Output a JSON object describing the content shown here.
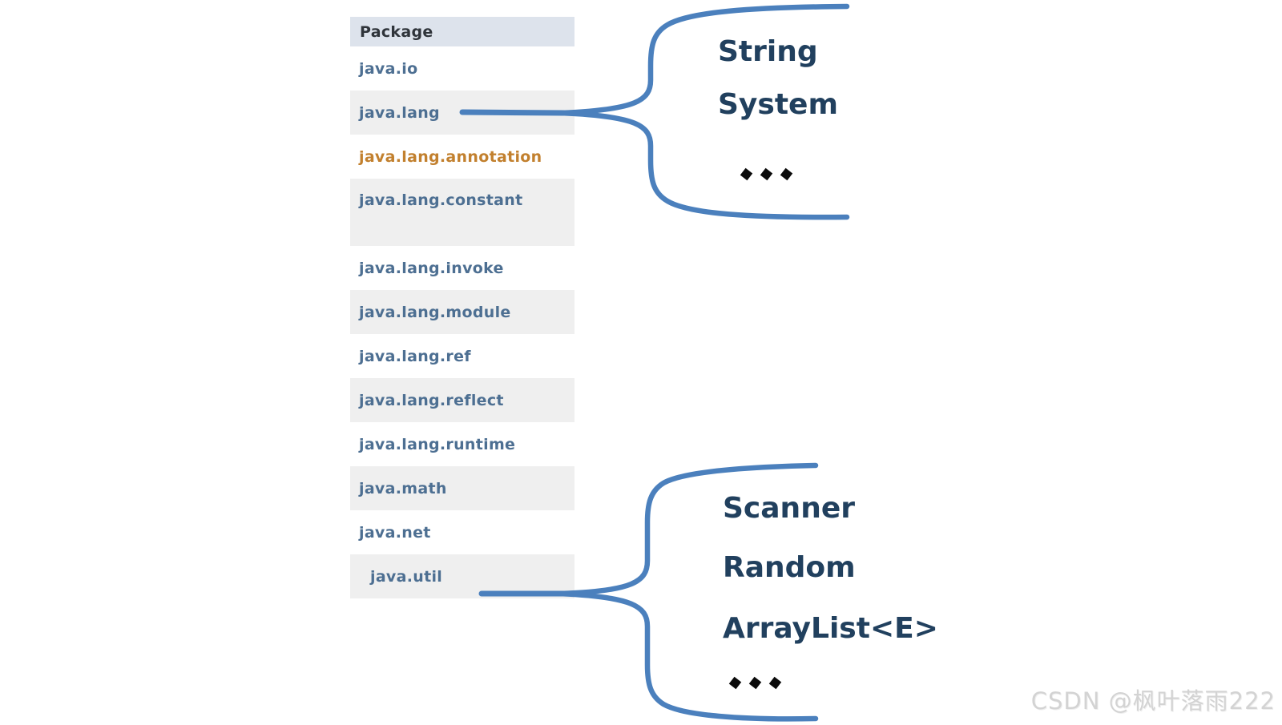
{
  "package_table": {
    "header": "Package",
    "rows": [
      {
        "label": "java.io"
      },
      {
        "label": "java.lang"
      },
      {
        "label": "java.lang.annotation"
      },
      {
        "label": "java.lang.constant"
      },
      {
        "label": "java.lang.invoke"
      },
      {
        "label": "java.lang.module"
      },
      {
        "label": "java.lang.ref"
      },
      {
        "label": "java.lang.reflect"
      },
      {
        "label": "java.lang.runtime"
      },
      {
        "label": "java.math"
      },
      {
        "label": "java.net"
      },
      {
        "label": "java.util"
      }
    ]
  },
  "callouts": {
    "java_lang": {
      "source_package": "java.lang",
      "classes": [
        "String",
        "System"
      ],
      "ellipsis": "..."
    },
    "java_util": {
      "source_package": "java.util",
      "classes": [
        "Scanner",
        "Random",
        "ArrayList<E>"
      ],
      "ellipsis": "..."
    }
  },
  "watermark": "CSDN @枫叶落雨222",
  "colors": {
    "brace_blue": "#4b80bd",
    "package_link_blue": "#4d6f92",
    "highlight_orange": "#c2802e",
    "class_text_navy": "#21405e",
    "header_bg": "#dde3ec",
    "row_alt_bg": "#efefef",
    "watermark_gray": "#d3d3d3"
  }
}
